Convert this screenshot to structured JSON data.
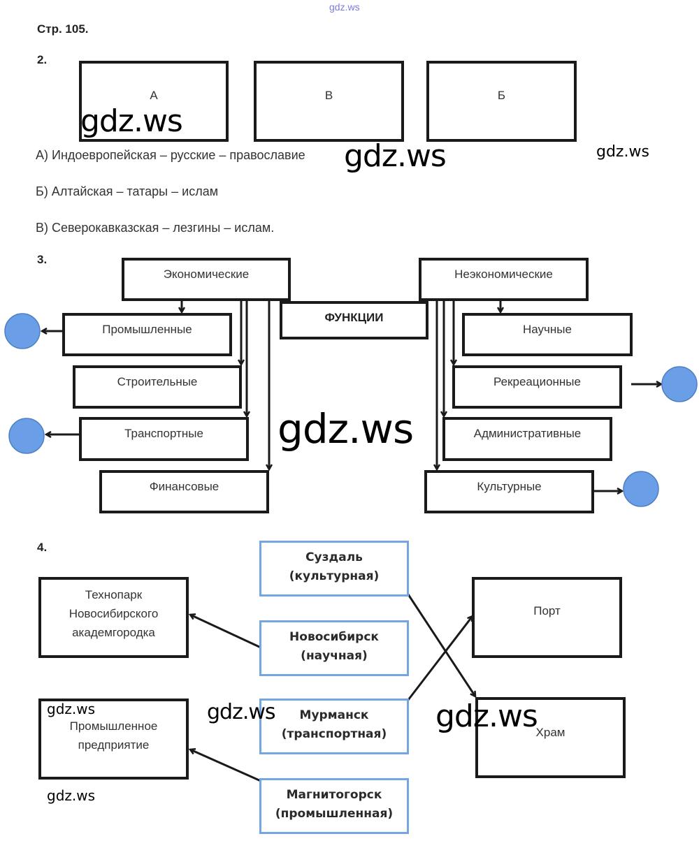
{
  "header": {
    "watermark_top": "gdz.ws",
    "page_label": "Стр. 105."
  },
  "task2": {
    "number": "2.",
    "boxes": [
      "А",
      "В",
      "Б"
    ],
    "answers": [
      "А) Индоевропейская – русские – православие",
      "Б) Алтайская – татары – ислам",
      "В) Северокавказская – лезгины – ислам."
    ]
  },
  "task3": {
    "number": "3.",
    "center": "ФУНКЦИИ",
    "economic": {
      "title": "Экономические",
      "items": [
        "Промышленные",
        "Строительные",
        "Транспортные",
        "Финансовые"
      ]
    },
    "non_economic": {
      "title": "Неэкономические",
      "items": [
        "Научные",
        "Рекреационные",
        "Административные",
        "Культурные"
      ]
    },
    "marker_color": "#6a9fe8"
  },
  "task4": {
    "number": "4.",
    "cities": [
      {
        "name": "Суздаль",
        "type": "(культурная)"
      },
      {
        "name": "Новосибирск",
        "type": "(научная)"
      },
      {
        "name": "Мурманск",
        "type": "(транспортная)"
      },
      {
        "name": "Магнитогорск",
        "type": "(промышленная)"
      }
    ],
    "left_targets": [
      "Технопарк Новосибирского академгородка",
      "Промышленное предприятие"
    ],
    "right_targets": [
      "Порт",
      "Храм"
    ],
    "city_border_color": "#74a6e3"
  },
  "watermarks": {
    "text": "gdz.ws"
  }
}
